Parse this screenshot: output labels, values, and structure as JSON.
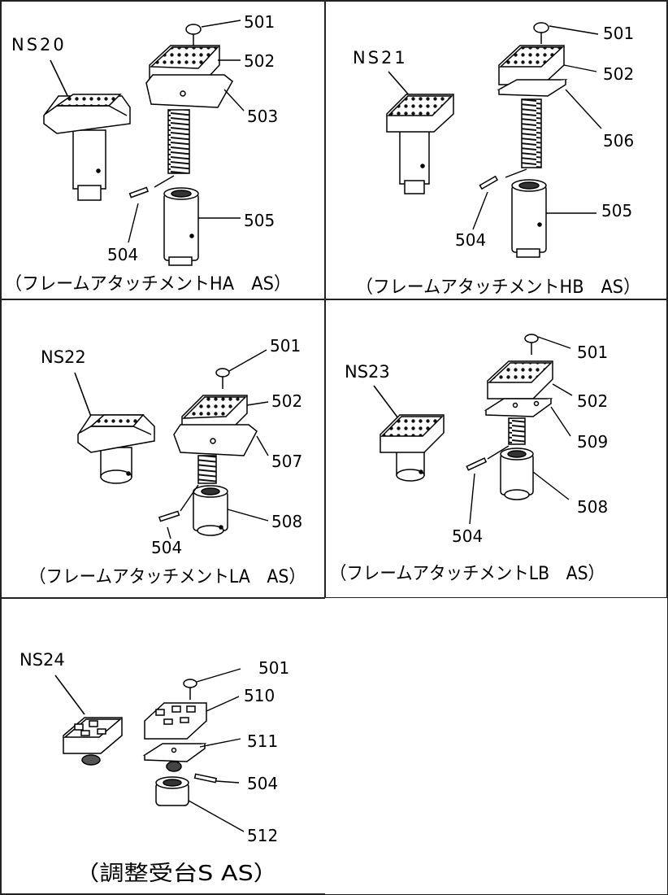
{
  "cells": [
    {
      "model": "NS20",
      "caption": "（フレームアタッチメントHA　AS）",
      "parts": [
        "501",
        "502",
        "503",
        "504",
        "505"
      ]
    },
    {
      "model": "NS21",
      "caption": "（フレームアタッチメントHB　AS）",
      "parts": [
        "501",
        "502",
        "506",
        "505",
        "504"
      ]
    },
    {
      "model": "NS22",
      "caption": "（フレームアタッチメントLA　AS）",
      "parts": [
        "501",
        "502",
        "507",
        "508",
        "504"
      ]
    },
    {
      "model": "NS23",
      "caption": "（フレームアタッチメントLB　AS）",
      "parts": [
        "501",
        "502",
        "509",
        "508",
        "504"
      ]
    },
    {
      "model": "NS24",
      "caption": "（調整受台S AS）",
      "parts": [
        "501",
        "510",
        "511",
        "504",
        "512"
      ]
    }
  ]
}
